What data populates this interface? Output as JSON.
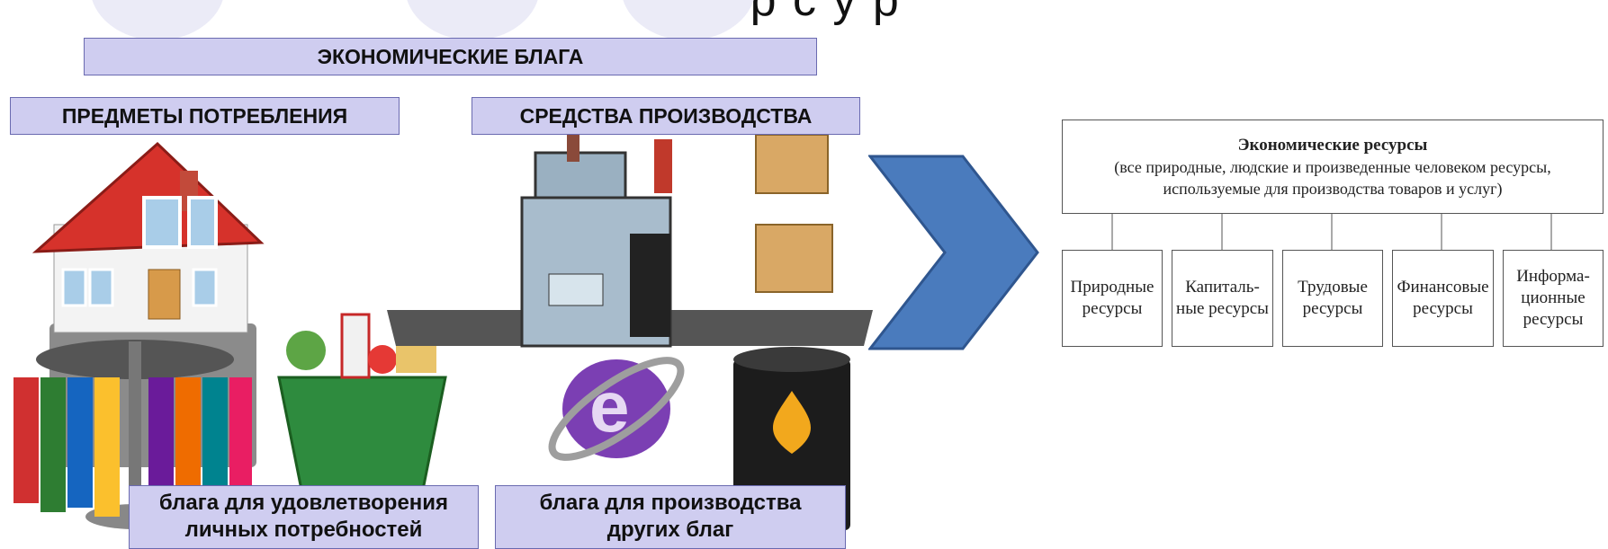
{
  "title_cut": "р                          р с у р",
  "header": {
    "economic_goods": "ЭКОНОМИЧЕСКИЕ  БЛАГА"
  },
  "categories": {
    "consumer": "ПРЕДМЕТЫ ПОТРЕБЛЕНИЯ",
    "production": "СРЕДСТВА ПРОИЗВОДСТВА"
  },
  "captions": {
    "consumer_line1": "блага для удовлетворения",
    "consumer_line2": "личных потребностей",
    "production_line1": "блага для производства",
    "production_line2": "других благ"
  },
  "resources": {
    "title": "Экономические ресурсы",
    "subtitle_line1": "(все природные, людские и произведенные человеком ресурсы,",
    "subtitle_line2": "используемые для производства товаров и услуг)",
    "items": [
      "Природные\nресурсы",
      "Капиталь-\nные ресурсы",
      "Трудовые\nресурсы",
      "Финансовые\nресурсы",
      "Информа-\nционные\nресурсы"
    ]
  },
  "colors": {
    "label_bg": "#cfcdf0",
    "arrow": "#4a7bbd",
    "arrow_border": "#2f568f"
  },
  "icons": [
    "house-icon",
    "clothes-rack-icon",
    "grocery-basket-icon",
    "machine-icon",
    "box-icon",
    "internet-explorer-icon",
    "oil-barrel-icon",
    "chevron-right-icon"
  ]
}
